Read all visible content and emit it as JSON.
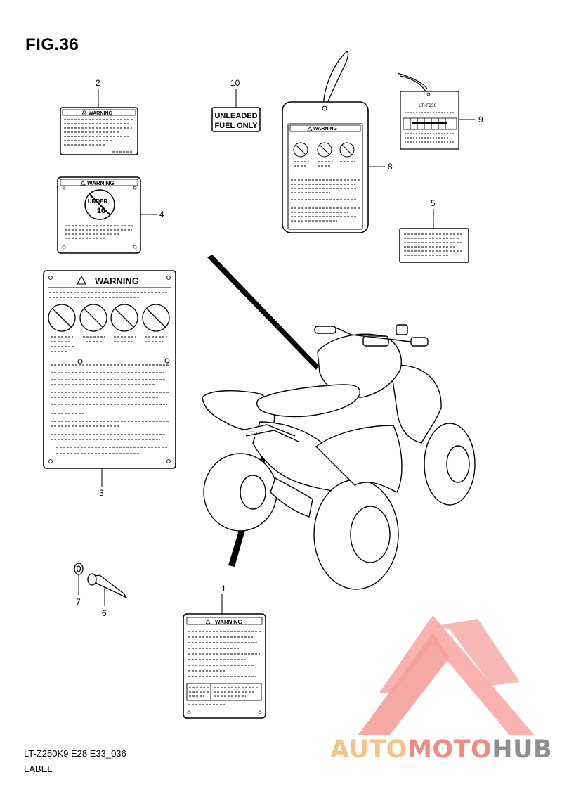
{
  "figure": {
    "title": "FIG.36",
    "footer_code": "LT-Z250K9 E28 E33_036",
    "footer_name": "LABEL"
  },
  "callouts": [
    "1",
    "2",
    "3",
    "4",
    "5",
    "6",
    "7",
    "8",
    "9",
    "10"
  ],
  "labels": {
    "warning_text": "WARNING",
    "unleaded_line1": "UNLEADED",
    "unleaded_line2": "FUEL ONLY",
    "under_text": "UNDER",
    "under_age": "16",
    "tag_model": "LT-F250"
  },
  "watermark": {
    "part1": "AUTO",
    "part2": "MOTO",
    "part3": "HUB",
    "colors": {
      "auto": "#f5c389",
      "moto": "#f08b85",
      "hub": "#8f8f8f",
      "logo": "#f5a09a"
    }
  }
}
